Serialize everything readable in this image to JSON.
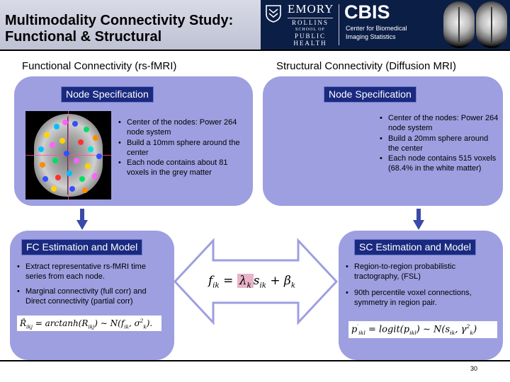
{
  "header": {
    "title_line1": "Multimodality Connectivity Study:",
    "title_line2": "Functional & Structural",
    "emory": "EMORY",
    "school_lines": [
      "ROLLINS",
      "SCHOOL OF",
      "PUBLIC",
      "HEALTH"
    ],
    "cbis": "CBIS",
    "cbis_sub_line1": "Center for Biomedical",
    "cbis_sub_line2": "Imaging Statistics"
  },
  "left": {
    "heading": "Functional Connectivity (rs-fMRI)",
    "node_label": "Node Specification",
    "node_bullets": [
      "Center of the nodes: Power 264 node system",
      "Build a 10mm sphere around the center",
      "Each node contains about 81 voxels in the grey matter"
    ],
    "est_label": "FC Estimation and Model",
    "est_bullets": [
      "Extract representative rs-fMRI time series from each node.",
      "Marginal connectivity (full corr) and Direct connectivity (partial corr)"
    ],
    "formula": {
      "lhs": "R̂",
      "lhs_sub": "ikj",
      "eq": " = arctanh(",
      "arg": "R",
      "arg_sub": "ikj",
      "rest": ") ∼ N(",
      "f": "f",
      "f_sub": "ik",
      "comma": ", σ",
      "s_sub": "k",
      "s_sup": "2",
      "close": ")."
    }
  },
  "right": {
    "heading": "Structural Connectivity (Diffusion MRI)",
    "node_label": "Node Specification",
    "node_bullets": [
      "Center of the nodes: Power 264 node system",
      "Build a 20mm sphere around the center",
      "Each node contains 515 voxels (68.4% in the white matter)"
    ],
    "est_label": "SC Estimation and Model",
    "est_bullets": [
      "Region-to-region probabilistic tractography, (FSL)",
      "90th percentile voxel connections, symmetry in region pair."
    ],
    "formula": {
      "lhs": "p",
      "lhs_sup": "′",
      "lhs_sub": "ikl",
      "eq": " = logit(",
      "arg": "p",
      "arg_sub": "ikl",
      "rest": ") ∼ N(",
      "s": "s",
      "s_sub": "ik",
      "comma": ", γ",
      "g_sub": "k",
      "g_sup": "2",
      "close": ")"
    }
  },
  "center_formula": {
    "f": "f",
    "f_sub": "ik",
    "eq": " = ",
    "lam": "λ",
    "lam_sub": "k",
    "s": "s",
    "s_sub": "ik",
    "plus": " + ",
    "b": "β",
    "b_sub": "k"
  },
  "page_number": "30",
  "colors": {
    "panel": "#9d9fe0",
    "label_bg": "#1a2a80",
    "arrow": "#3a4aa8",
    "header_right": "#0b1e46"
  }
}
